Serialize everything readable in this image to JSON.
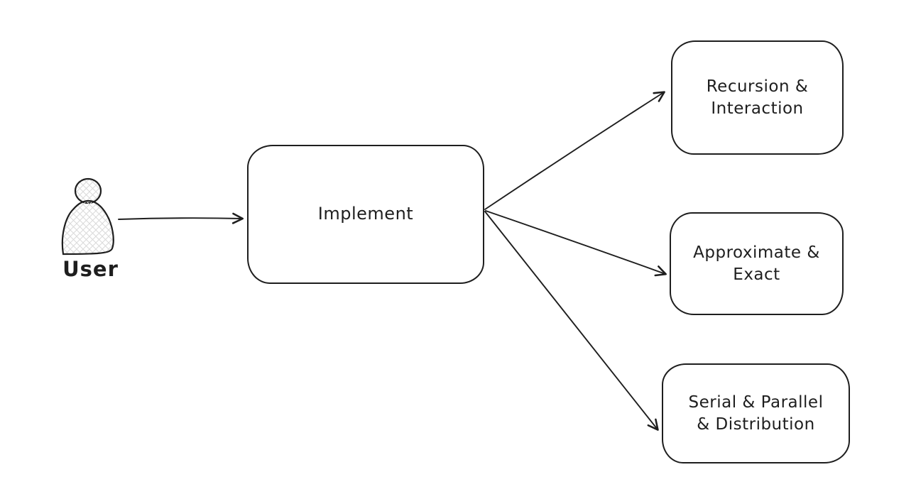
{
  "diagram": {
    "background_color": "#ffffff",
    "stroke_color": "#1e1e1e",
    "hatch_fill_color": "#d9d9d9",
    "actor": {
      "label": "User",
      "icon": "person-figure-icon"
    },
    "nodes": {
      "implement": {
        "label": "Implement"
      },
      "recursion": {
        "label": "Recursion &\nInteraction"
      },
      "approximate": {
        "label": "Approximate &\nExact"
      },
      "serial": {
        "label": "Serial & Parallel\n& Distribution"
      }
    },
    "edges": [
      {
        "from": "User",
        "to": "Implement"
      },
      {
        "from": "Implement",
        "to": "Recursion & Interaction"
      },
      {
        "from": "Implement",
        "to": "Approximate & Exact"
      },
      {
        "from": "Implement",
        "to": "Serial & Parallel & Distribution"
      }
    ]
  }
}
